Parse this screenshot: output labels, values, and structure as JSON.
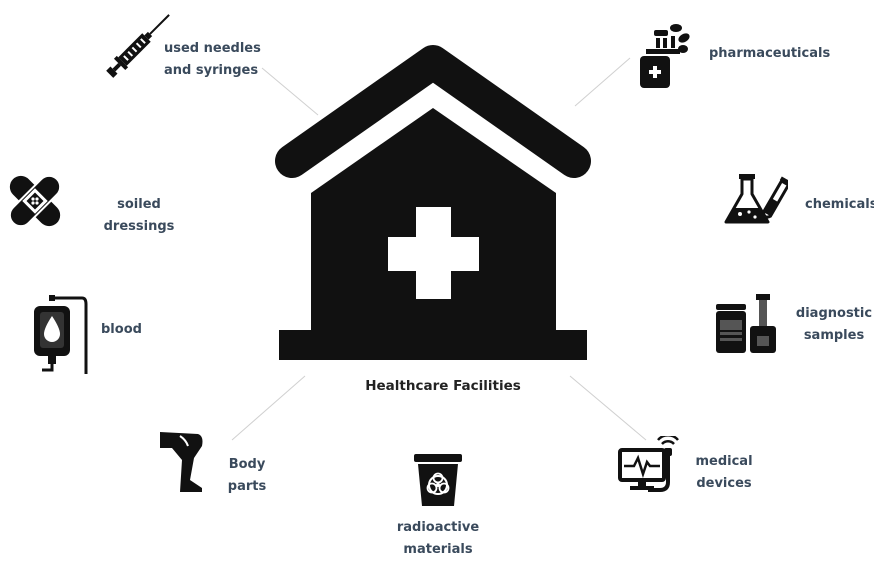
{
  "center": {
    "title": "Healthcare Facilities"
  },
  "items": {
    "needles": [
      "used needles",
      "and syringes"
    ],
    "pharma": [
      "pharmaceuticals"
    ],
    "dressings": [
      "soiled",
      "dressings"
    ],
    "chemicals": [
      "chemicals"
    ],
    "blood": [
      "blood"
    ],
    "diagnostic": [
      "diagnostic",
      "samples"
    ],
    "body": [
      "Body",
      "parts"
    ],
    "radioactive": [
      "radioactive",
      "materials"
    ],
    "devices": [
      "medical",
      "devices"
    ]
  },
  "colors": {
    "icon": "#111111",
    "text": "#3a4a5c",
    "connector": "#d0d0d0"
  }
}
